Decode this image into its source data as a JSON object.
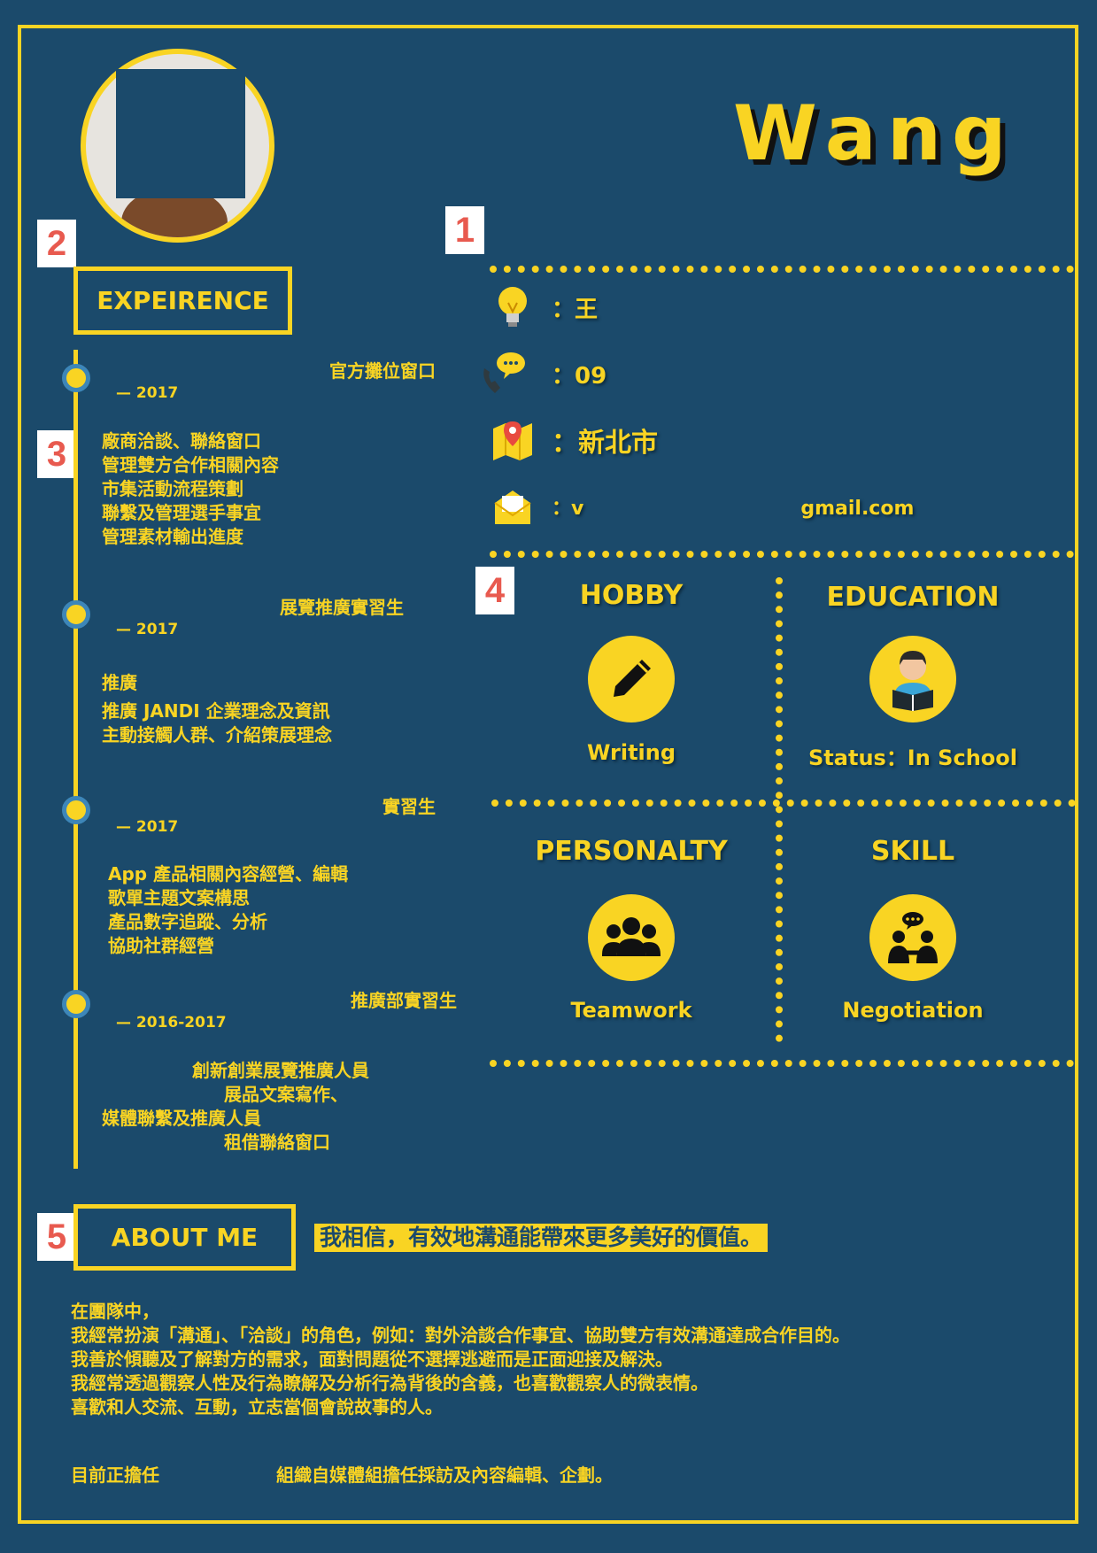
{
  "header": {
    "name": "Wang"
  },
  "section_numbers": [
    "1",
    "2",
    "3",
    "4",
    "5"
  ],
  "experience": {
    "title": "EXPEIRENCE",
    "jobs": [
      {
        "title": "官方攤位窗口",
        "year": "— 2017",
        "duties": [
          "廠商洽談、聯絡窗口",
          "管理雙方合作相關內容",
          "市集活動流程策劃",
          "聯繫及管理選手事宜",
          "管理素材輸出進度"
        ]
      },
      {
        "title": "展覽推廣實習生",
        "year": "— 2017",
        "duties": [
          "推廣",
          "推廣 JANDI 企業理念及資訊",
          "主動接觸人群、介紹策展理念"
        ]
      },
      {
        "title": "實習生",
        "year": "— 2017",
        "duties": [
          "App 產品相關內容經營、編輯",
          "歌單主題文案構思",
          "產品數字追蹤、分析",
          "協助社群經營"
        ]
      },
      {
        "title": "推廣部實習生",
        "year": "— 2016-2017",
        "duties": [
          "創新創業展覽推廣人員",
          "展品文案寫作、",
          "媒體聯繫及推廣人員",
          "租借聯絡窗口"
        ]
      }
    ]
  },
  "contact": {
    "name": "：王",
    "phone": "：09",
    "location": "：新北市",
    "email_prefix": "：v",
    "email_suffix": "gmail.com"
  },
  "quadrants": {
    "hobby": {
      "title": "HOBBY",
      "label": "Writing",
      "icon": "pencil-icon"
    },
    "education": {
      "title": "EDUCATION",
      "label": "Status：In School",
      "icon": "student-reading-icon"
    },
    "personality": {
      "title": "PERSONALTY",
      "label": "Teamwork",
      "icon": "group-icon"
    },
    "skill": {
      "title": "SKILL",
      "label": "Negotiation",
      "icon": "people-talking-icon"
    }
  },
  "about": {
    "title": "ABOUT ME",
    "motto": "我相信，有效地溝通能帶來更多美好的價值。",
    "paragraph": [
      "在團隊中，",
      "我經常扮演「溝通」、「洽談」的角色，例如：對外洽談合作事宜、協助雙方有效溝通達成合作目的。",
      "我善於傾聽及了解對方的需求，面對問題從不選擇逃避而是正面迎接及解決。",
      "我經常透過觀察人性及行為瞭解及分析行為背後的含義，也喜歡觀察人的微表情。",
      "喜歡和人交流、互動，立志當個會說故事的人。"
    ],
    "current_prefix": "目前正擔任",
    "current_suffix": "組織自媒體組擔任採訪及內容編輯、企劃。"
  },
  "colors": {
    "background": "#1b4a6b",
    "accent": "#f9d423",
    "number_badge": "#e85a4f"
  }
}
